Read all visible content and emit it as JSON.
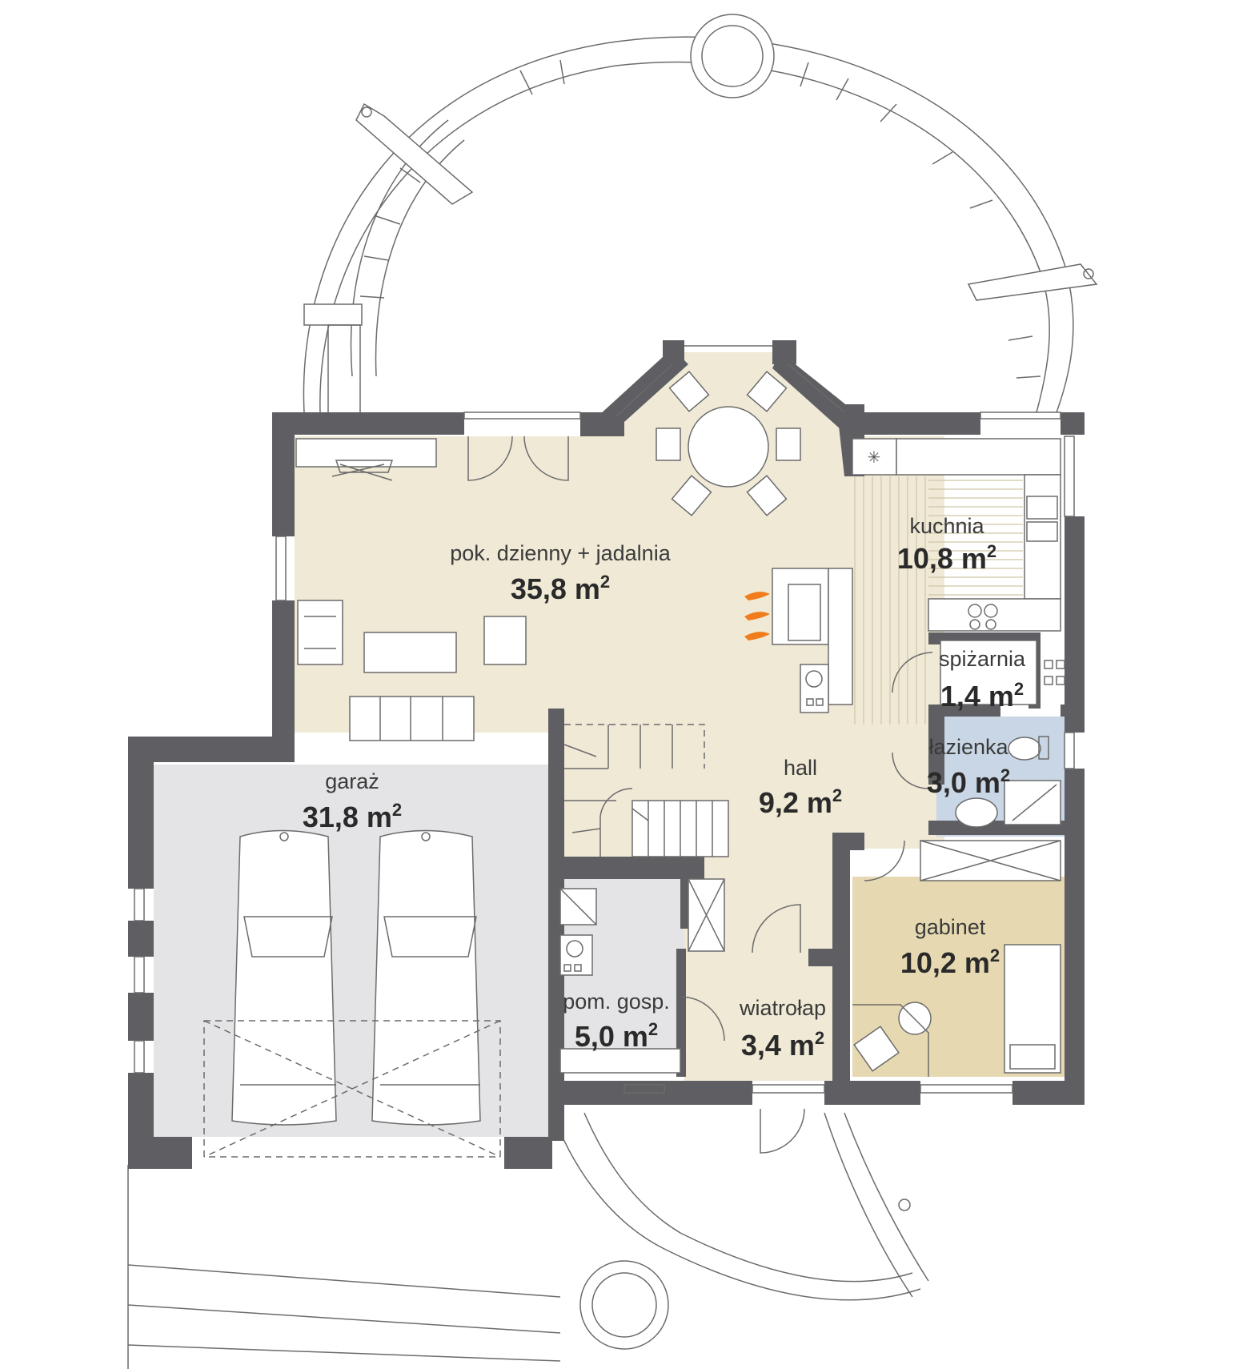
{
  "rooms": {
    "living": {
      "name": "pok. dzienny + jadalnia",
      "area": "35,8 m",
      "sup": "2"
    },
    "kitchen": {
      "name": "kuchnia",
      "area": "10,8 m",
      "sup": "2"
    },
    "pantry": {
      "name": "spiżarnia",
      "area": "1,4 m",
      "sup": "2"
    },
    "bathroom": {
      "name": "łazienka",
      "area": "3,0 m",
      "sup": "2"
    },
    "hall": {
      "name": "hall",
      "area": "9,2 m",
      "sup": "2"
    },
    "garage": {
      "name": "garaż",
      "area": "31,8 m",
      "sup": "2"
    },
    "office": {
      "name": "gabinet",
      "area": "10,2 m",
      "sup": "2"
    },
    "utility": {
      "name": "pom. gosp.",
      "area": "5,0 m",
      "sup": "2"
    },
    "vestibule": {
      "name": "wiatrołap",
      "area": "3,4 m",
      "sup": "2"
    }
  },
  "colors": {
    "living_floor": "#efe9d6",
    "office_floor": "#e6d9b2",
    "garage_floor": "#e4e4e6",
    "bathroom_floor": "#c9d6e6",
    "wall": "#5f5f63",
    "fireplace_flame": "#f07d1c"
  }
}
